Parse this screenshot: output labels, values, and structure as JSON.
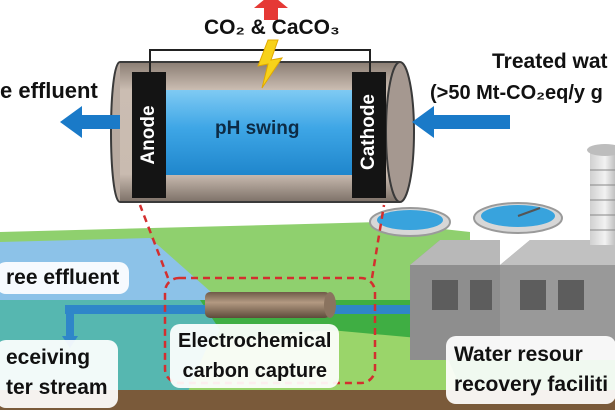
{
  "reactor": {
    "top_product": "CO₂ & CaCO₃",
    "center_label": "pH swing",
    "anode_label": "Anode",
    "cathode_label": "Cathode"
  },
  "labels": {
    "left_effluent_top": "e effluent",
    "treated_water_line1": "Treated wat",
    "treated_water_line2": "(>50 Mt-CO₂eq/y g",
    "left_free_effluent": "ree effluent",
    "receiving_line1": "eceiving",
    "receiving_line2": "ter stream",
    "capture_line1": "Electrochemical",
    "capture_line2": "carbon capture",
    "facility_line1": "Water resour",
    "facility_line2": "recovery faciliti"
  },
  "colors": {
    "flow_arrow": "#1a7ac8",
    "gas_arrow": "#e53935",
    "reactor_body": "#c6b9ae",
    "electrolyte": "#43a9e6",
    "dashed_outline": "#d32f2f",
    "terrain_green": "#49b84c",
    "water_blue": "#5fa7d8",
    "building_gray": "#9e9e9e"
  },
  "icons": [
    "lightning-icon",
    "up-arrow-icon",
    "left-arrow-icon"
  ]
}
